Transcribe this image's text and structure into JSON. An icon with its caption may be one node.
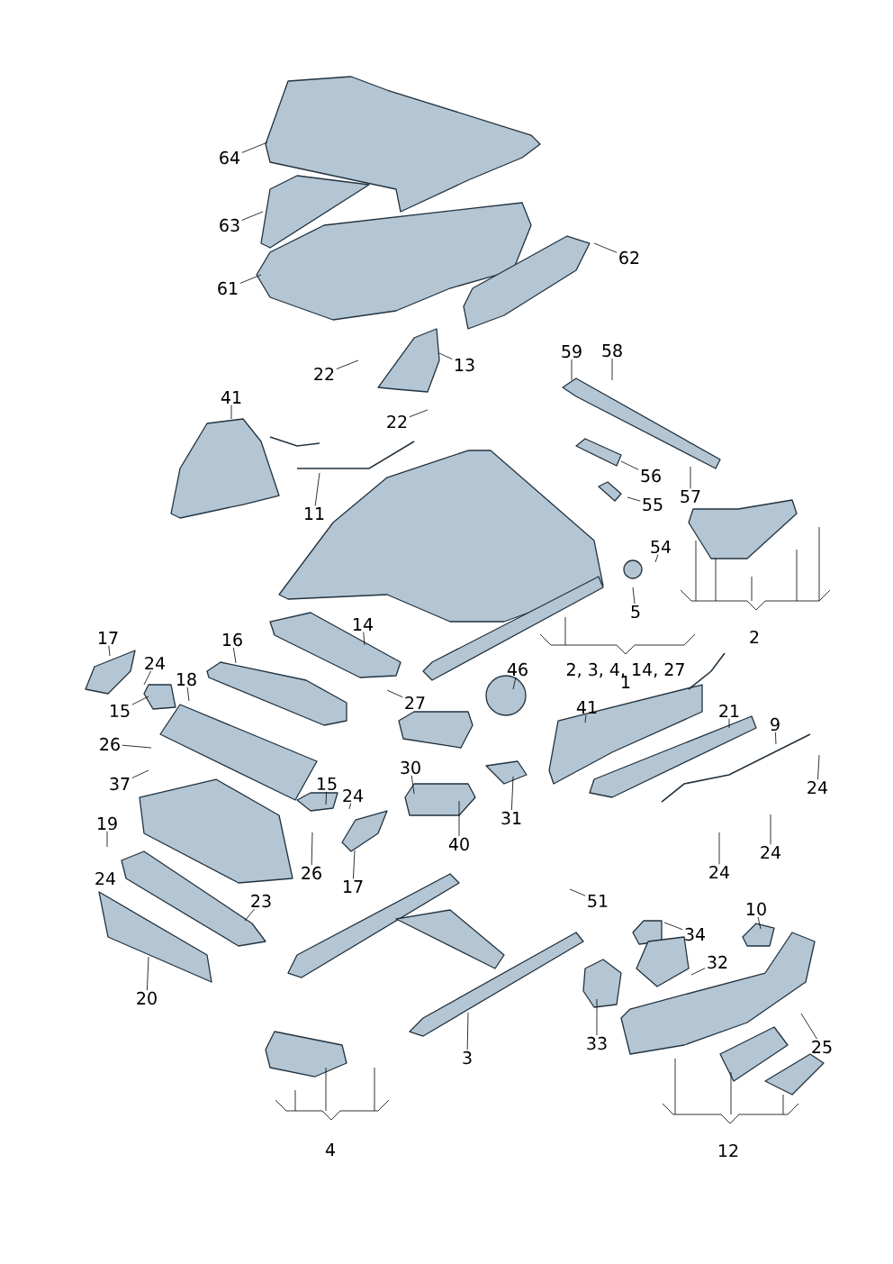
{
  "diagram": {
    "nodes": [
      {
        "text": [
          "64"
        ]
      },
      {
        "text": [
          "63"
        ]
      },
      {
        "text": [
          "61"
        ]
      },
      {
        "text": [
          "62"
        ]
      },
      {
        "text": [
          "22"
        ]
      },
      {
        "text": [
          "13"
        ]
      },
      {
        "text": [
          "22"
        ]
      },
      {
        "text": [
          "41"
        ]
      },
      {
        "text": [
          "59"
        ]
      },
      {
        "text": [
          "58"
        ]
      },
      {
        "text": [
          "56"
        ]
      },
      {
        "text": [
          "55"
        ]
      },
      {
        "text": [
          "57"
        ]
      },
      {
        "text": [
          "11"
        ]
      },
      {
        "text": [
          "54"
        ]
      },
      {
        "text": [
          "5"
        ]
      },
      {
        "text": [
          "2"
        ]
      },
      {
        "text": [
          "2, 3, 4, 14, 27"
        ]
      },
      {
        "text": [
          "14"
        ]
      },
      {
        "text": [
          "17"
        ]
      },
      {
        "text": [
          "16"
        ]
      },
      {
        "text": [
          "24"
        ]
      },
      {
        "text": [
          "18"
        ]
      },
      {
        "text": [
          "46"
        ]
      },
      {
        "text": [
          "1"
        ]
      },
      {
        "text": [
          "41"
        ]
      },
      {
        "text": [
          "27"
        ]
      },
      {
        "text": [
          "15"
        ]
      },
      {
        "text": [
          "26"
        ]
      },
      {
        "text": [
          "21"
        ]
      },
      {
        "text": [
          "9"
        ]
      },
      {
        "text": [
          "37"
        ]
      },
      {
        "text": [
          "30"
        ]
      },
      {
        "text": [
          "31"
        ]
      },
      {
        "text": [
          "15"
        ]
      },
      {
        "text": [
          "24"
        ]
      },
      {
        "text": [
          "24"
        ]
      },
      {
        "text": [
          "19"
        ]
      },
      {
        "text": [
          "40"
        ]
      },
      {
        "text": [
          "24"
        ]
      },
      {
        "text": [
          "24"
        ]
      },
      {
        "text": [
          "26"
        ]
      },
      {
        "text": [
          "17"
        ]
      },
      {
        "text": [
          "24"
        ]
      },
      {
        "text": [
          "23"
        ]
      },
      {
        "text": [
          "51"
        ]
      },
      {
        "text": [
          "10"
        ]
      },
      {
        "text": [
          "34"
        ]
      },
      {
        "text": [
          "32"
        ]
      },
      {
        "text": [
          "20"
        ]
      },
      {
        "text": [
          "33"
        ]
      },
      {
        "text": [
          "3"
        ]
      },
      {
        "text": [
          "25"
        ]
      },
      {
        "text": [
          "4"
        ]
      },
      {
        "text": [
          "12"
        ]
      }
    ],
    "edges": [
      {
        "from": 0,
        "to": null,
        "arrow": "none"
      },
      {
        "from": 1,
        "to": null,
        "arrow": "none"
      },
      {
        "from": 2,
        "to": null,
        "arrow": "none"
      },
      {
        "from": 3,
        "to": null,
        "arrow": "none"
      },
      {
        "from": 4,
        "to": null,
        "arrow": "none"
      },
      {
        "from": 5,
        "to": null,
        "arrow": "none"
      },
      {
        "from": 6,
        "to": null,
        "arrow": "none"
      },
      {
        "from": 7,
        "to": null,
        "arrow": "none"
      },
      {
        "from": 8,
        "to": null,
        "arrow": "none"
      },
      {
        "from": 9,
        "to": null,
        "arrow": "none"
      },
      {
        "from": 10,
        "to": null,
        "arrow": "none"
      },
      {
        "from": 11,
        "to": null,
        "arrow": "none"
      },
      {
        "from": 12,
        "to": null,
        "arrow": "none"
      },
      {
        "from": 13,
        "to": null,
        "arrow": "none"
      },
      {
        "from": 14,
        "to": null,
        "arrow": "none"
      },
      {
        "from": 15,
        "to": null,
        "arrow": "none"
      },
      {
        "from": 18,
        "to": null,
        "arrow": "none"
      },
      {
        "from": 19,
        "to": null,
        "arrow": "none"
      },
      {
        "from": 20,
        "to": null,
        "arrow": "none"
      },
      {
        "from": 21,
        "to": null,
        "arrow": "none"
      },
      {
        "from": 22,
        "to": null,
        "arrow": "none"
      },
      {
        "from": 23,
        "to": null,
        "arrow": "none"
      },
      {
        "from": 25,
        "to": null,
        "arrow": "none"
      },
      {
        "from": 26,
        "to": null,
        "arrow": "none"
      },
      {
        "from": 27,
        "to": null,
        "arrow": "none"
      },
      {
        "from": 28,
        "to": null,
        "arrow": "none"
      },
      {
        "from": 29,
        "to": null,
        "arrow": "none"
      },
      {
        "from": 30,
        "to": null,
        "arrow": "none"
      },
      {
        "from": 31,
        "to": null,
        "arrow": "none"
      },
      {
        "from": 32,
        "to": null,
        "arrow": "none"
      },
      {
        "from": 33,
        "to": null,
        "arrow": "none"
      },
      {
        "from": 34,
        "to": null,
        "arrow": "none"
      },
      {
        "from": 35,
        "to": null,
        "arrow": "none"
      },
      {
        "from": 36,
        "to": null,
        "arrow": "none"
      },
      {
        "from": 37,
        "to": null,
        "arrow": "none"
      },
      {
        "from": 38,
        "to": null,
        "arrow": "none"
      },
      {
        "from": 39,
        "to": null,
        "arrow": "none"
      },
      {
        "from": 40,
        "to": null,
        "arrow": "none"
      },
      {
        "from": 41,
        "to": null,
        "arrow": "none"
      },
      {
        "from": 42,
        "to": null,
        "arrow": "none"
      },
      {
        "from": 44,
        "to": null,
        "arrow": "none"
      },
      {
        "from": 45,
        "to": null,
        "arrow": "none"
      },
      {
        "from": 46,
        "to": null,
        "arrow": "none"
      },
      {
        "from": 47,
        "to": null,
        "arrow": "none"
      },
      {
        "from": 48,
        "to": null,
        "arrow": "none"
      },
      {
        "from": 49,
        "to": null,
        "arrow": "none"
      },
      {
        "from": 50,
        "to": null,
        "arrow": "none"
      },
      {
        "from": 51,
        "to": null,
        "arrow": "none"
      },
      {
        "from": 52,
        "to": null,
        "arrow": "none"
      }
    ]
  }
}
